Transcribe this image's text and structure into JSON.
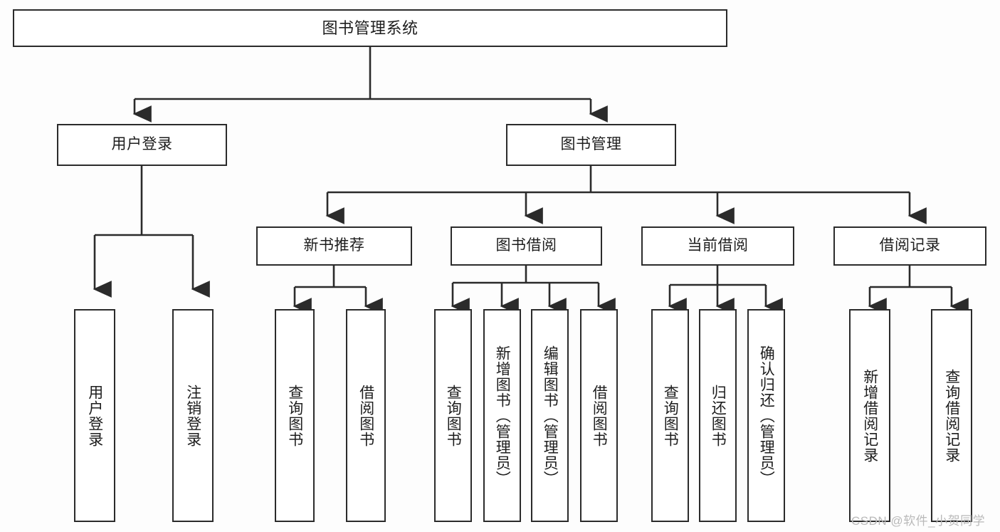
{
  "diagram": {
    "title": "图书管理系统",
    "type": "hierarchy-tree",
    "levels": 3,
    "colors": {
      "border": "#2b2b2b",
      "node_fill": "#ffffff",
      "background": "#fdfdfd",
      "text": "#1d1d1d",
      "watermark": "#b9b9b9"
    },
    "root": {
      "label": "图书管理系统"
    },
    "level2": [
      {
        "label": "用户登录"
      },
      {
        "label": "图书管理"
      }
    ],
    "level3": [
      {
        "label": "新书推荐"
      },
      {
        "label": "图书借阅"
      },
      {
        "label": "当前借阅"
      },
      {
        "label": "借阅记录"
      }
    ],
    "leaves": {
      "user_login": [
        {
          "label": "用户登录"
        },
        {
          "label": "注销登录"
        }
      ],
      "new_book_recommend": [
        {
          "label": "查询图书"
        },
        {
          "label": "借阅图书"
        }
      ],
      "book_borrow": [
        {
          "label": "查询图书"
        },
        {
          "label": "新增图书（管理员）"
        },
        {
          "label": "编辑图书（管理员）"
        },
        {
          "label": "借阅图书"
        }
      ],
      "current_borrow": [
        {
          "label": "查询图书"
        },
        {
          "label": "归还图书"
        },
        {
          "label": "确认归还（管理员）"
        }
      ],
      "borrow_record": [
        {
          "label": "新增借阅记录"
        },
        {
          "label": "查询借阅记录"
        }
      ]
    },
    "watermark": "CSDN @软件_小贺同学"
  }
}
